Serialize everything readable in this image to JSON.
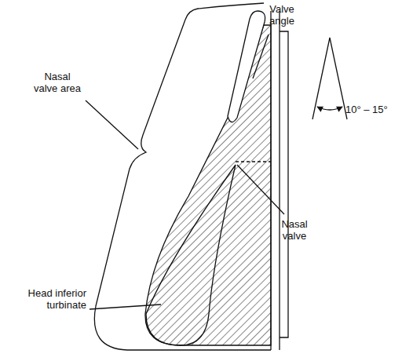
{
  "diagram": {
    "labels": [
      "Valve angle",
      "Nasal valve area",
      "Nasal valve",
      "Head inferior turbinate",
      "10° – 15°"
    ]
  }
}
